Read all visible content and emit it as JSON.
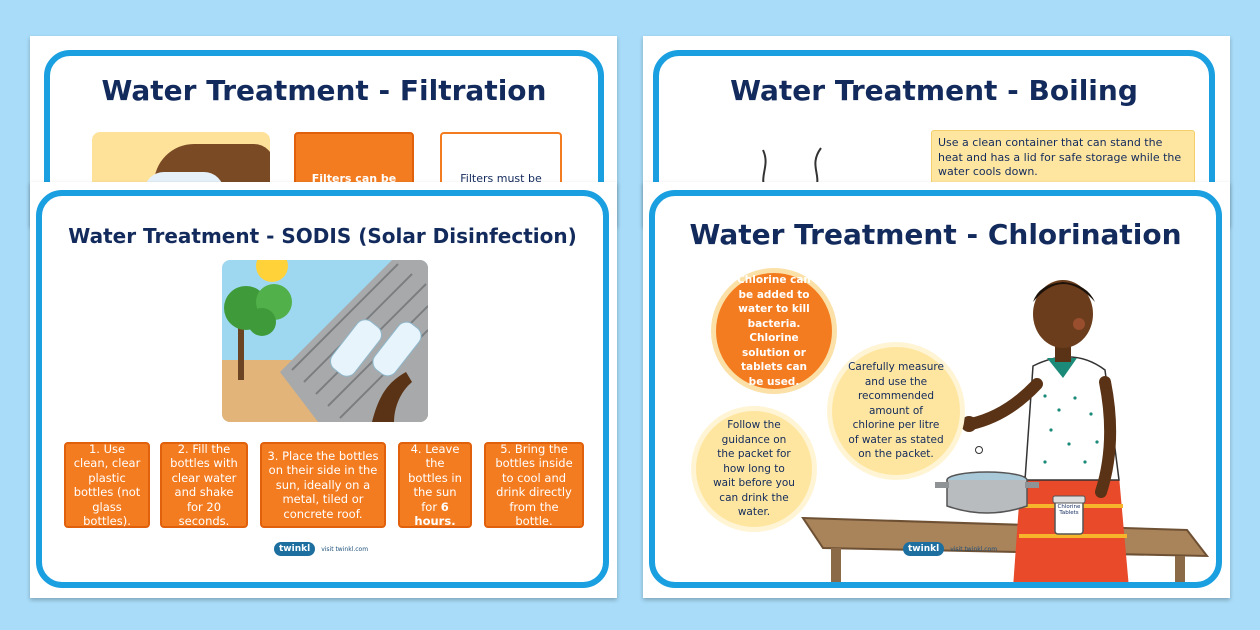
{
  "filtration": {
    "title": "Water Treatment - Filtration",
    "box_orange": "Filters can be used",
    "box_white": "Filters must be"
  },
  "boiling": {
    "title": "Water Treatment - Boiling",
    "note": "Use a clean container that can stand the heat and has a lid for safe storage while the water cools down."
  },
  "sodis": {
    "title": "Water Treatment - SODIS (Solar Disinfection)",
    "steps": [
      "1. Use clean, clear plastic bottles (not glass bottles).",
      "2. Fill the bottles with clear water and shake for 20 seconds.",
      "3. Place the bottles on their side in the sun, ideally on a metal, tiled or concrete roof.",
      "4. Leave the bottles in the sun for",
      "5. Bring the bottles inside to cool and drink directly from the bottle."
    ],
    "step4_bold": "6 hours."
  },
  "chlorination": {
    "title": "Water Treatment - Chlorination",
    "circle_1": "Chlorine can be added to water to kill bacteria. Chlorine solution or tablets can be used.",
    "circle_2": "Carefully measure and use the recommended amount of chlorine per litre of water as stated on the packet.",
    "circle_3": "Follow the guidance on the packet for how long to wait before you can drink the water.",
    "jar_label": "Chlorine Tablets"
  },
  "branding": {
    "logo": "twinkl",
    "url": "visit twinkl.com"
  },
  "colors": {
    "background": "#a8dcf8",
    "frame": "#1a9fe0",
    "title": "#122a5c",
    "orange": "#f47c20",
    "yellow": "#ffe6a0"
  }
}
